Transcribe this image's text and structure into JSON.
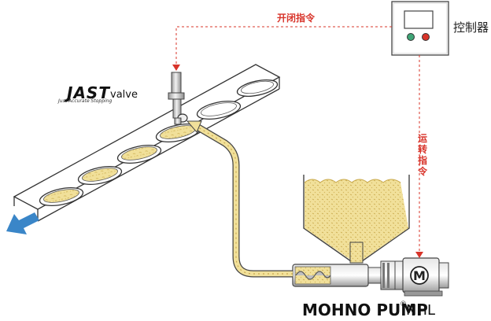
{
  "labels": {
    "controller": "控制器",
    "open_close_command": "开闭指令",
    "run_command": "运转指令"
  },
  "jast": {
    "brand": "JAST",
    "suffix": "valve",
    "tagline": "Just Accurate Stopping"
  },
  "mohno": {
    "brand": "MOHNO PUMP",
    "registered": "®",
    "model": "NHL"
  },
  "motor": {
    "symbol": "M"
  },
  "colors": {
    "command_line": "#d8342a",
    "arrow": "#3a86c8",
    "fill": "#f1e09a",
    "fill_dot": "#d2b65a",
    "outline": "#333333"
  },
  "icons": {
    "direction_arrow": "arrow-left-down-icon",
    "controller_lamps": [
      "green-lamp-icon",
      "red-lamp-icon"
    ]
  }
}
